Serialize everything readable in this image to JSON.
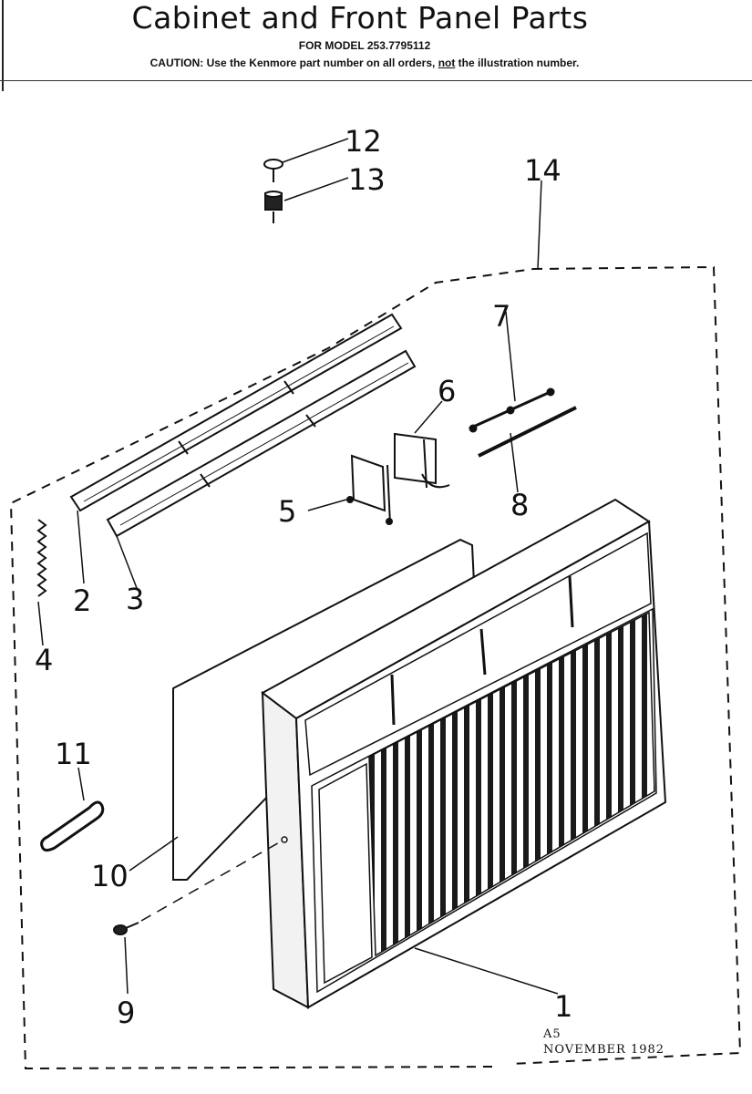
{
  "header": {
    "title": "Cabinet and Front Panel Parts",
    "model": "FOR MODEL 253.7795112",
    "caution_prefix": "CAUTION: Use the Kenmore part number on all orders, ",
    "caution_emphasis": "not",
    "caution_suffix": " the illustration number."
  },
  "callouts": {
    "c1": "1",
    "c2": "2",
    "c3": "3",
    "c4": "4",
    "c5": "5",
    "c6": "6",
    "c7": "7",
    "c8": "8",
    "c9": "9",
    "c10": "10",
    "c11": "11",
    "c12": "12",
    "c13": "13",
    "c14": "14"
  },
  "footer": {
    "code": "A5",
    "date": "NOVEMBER 1982"
  }
}
